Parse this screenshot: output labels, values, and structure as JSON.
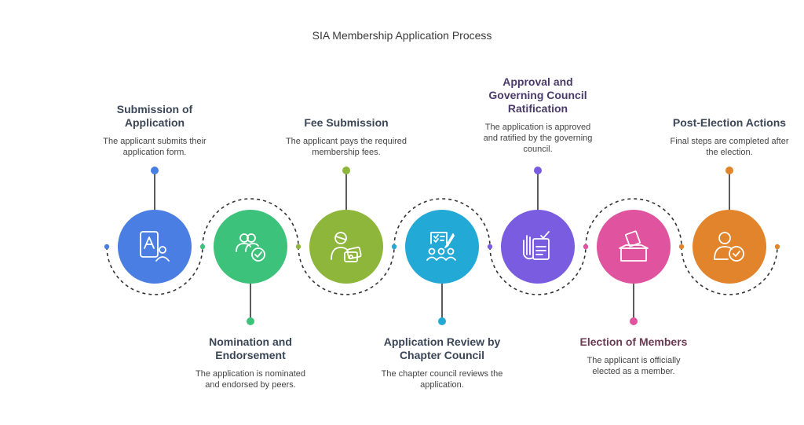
{
  "title": "SIA Membership Application Process",
  "stages": [
    {
      "name": "Submission of\nApplication",
      "desc": "The applicant submits their\napplication form.",
      "color": "#4a7ee3",
      "text_color": "#3b4656",
      "icon": "application-form-icon"
    },
    {
      "name": "Nomination and\nEndorsement",
      "desc": "The application is nominated\nand endorsed by peers.",
      "color": "#3cc27b",
      "text_color": "#3b4656",
      "icon": "endorsed-users-icon"
    },
    {
      "name": "Fee Submission",
      "desc": "The applicant pays the required\nmembership fees.",
      "color": "#8db63a",
      "text_color": "#3b4656",
      "icon": "fee-payment-icon"
    },
    {
      "name": "Application Review by\nChapter Council",
      "desc": "The chapter council reviews the\napplication.",
      "color": "#22a9d6",
      "text_color": "#3b4656",
      "icon": "council-review-icon"
    },
    {
      "name": "Approval and\nGoverning Council\nRatification",
      "desc": "The application is approved\nand ratified by the governing\ncouncil.",
      "color": "#7a5ce0",
      "text_color": "#4a3b6b",
      "icon": "ratification-icon"
    },
    {
      "name": "Election of Members",
      "desc": "The applicant is officially\nelected as a member.",
      "color": "#e0539f",
      "text_color": "#6b3b52",
      "icon": "ballot-box-icon"
    },
    {
      "name": "Post-Election Actions",
      "desc": "Final steps are completed after\nthe election.",
      "color": "#e2842b",
      "text_color": "#3b4656",
      "icon": "member-check-icon"
    }
  ]
}
